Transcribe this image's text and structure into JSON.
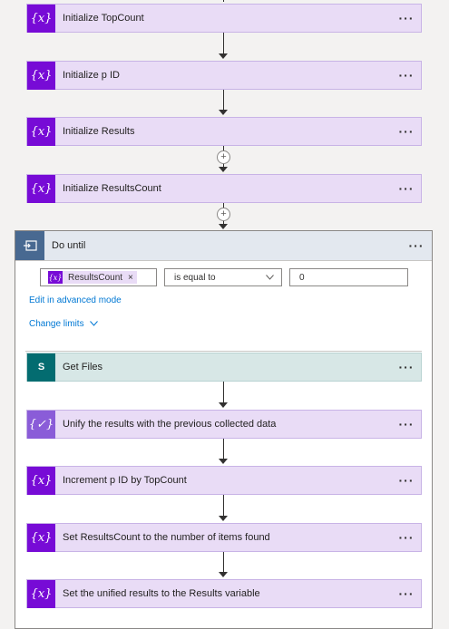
{
  "steps_top": [
    {
      "title": "Initialize TopCount",
      "icon": "variable-icon"
    },
    {
      "title": "Initialize p ID",
      "icon": "variable-icon"
    },
    {
      "title": "Initialize Results",
      "icon": "variable-icon"
    },
    {
      "title": "Initialize ResultsCount",
      "icon": "variable-icon"
    }
  ],
  "do_until": {
    "title": "Do until",
    "condition": {
      "token_label": "ResultsCount",
      "token_icon_text": "{x}",
      "operator": "is equal to",
      "value": "0"
    },
    "edit_advanced_link": "Edit in advanced mode",
    "change_limits_link": "Change limits",
    "actions": [
      {
        "title": "Get Files",
        "icon": "sharepoint-icon"
      },
      {
        "title": "Unify the results with the previous collected data",
        "icon": "compose-icon"
      },
      {
        "title": "Increment p ID by TopCount",
        "icon": "variable-icon"
      },
      {
        "title": "Set ResultsCount to the number of items found",
        "icon": "variable-icon"
      },
      {
        "title": "Set the unified results to the Results variable",
        "icon": "variable-icon"
      }
    ]
  },
  "more_label": "···",
  "icon_text": {
    "variable": "{x}",
    "compose": "{✓}",
    "sharepoint": "S"
  }
}
